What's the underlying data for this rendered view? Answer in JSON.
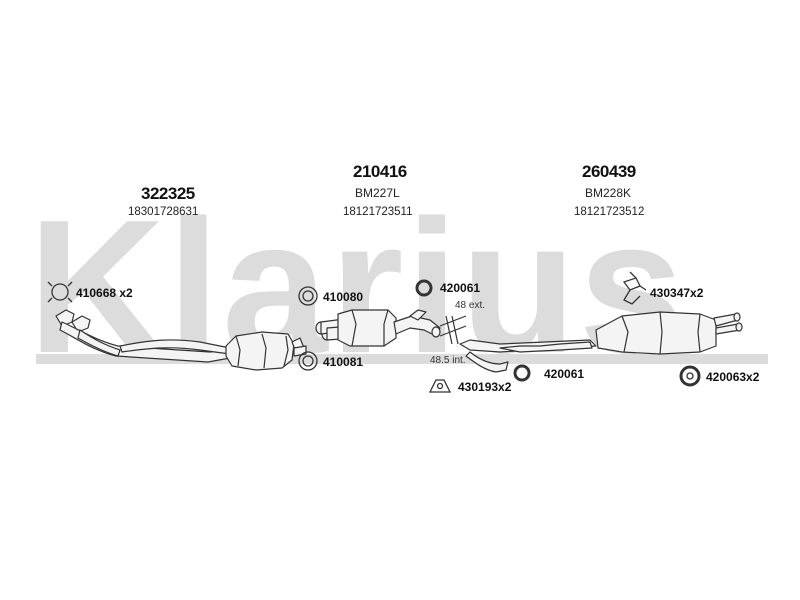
{
  "watermark": {
    "brand": "Klarius"
  },
  "main_parts": [
    {
      "number": "322325",
      "code": "",
      "oem": "18301728631"
    },
    {
      "number": "210416",
      "code": "BM227L",
      "oem": "18121723511"
    },
    {
      "number": "260439",
      "code": "BM228K",
      "oem": "18121723512"
    }
  ],
  "accessories": [
    {
      "label": "410668 x2",
      "icon": "clamp-ring-icon"
    },
    {
      "label": "410080",
      "icon": "gasket-ring-icon"
    },
    {
      "label": "410081",
      "icon": "gasket-ring-icon"
    },
    {
      "label": "420061",
      "icon": "rubber-mount-icon"
    },
    {
      "label": "420061",
      "icon": "rubber-mount-icon"
    },
    {
      "label": "430193x2",
      "icon": "bracket-icon"
    },
    {
      "label": "430347x2",
      "icon": "hanger-bracket-icon"
    },
    {
      "label": "420063x2",
      "icon": "rubber-ring-icon"
    }
  ],
  "notes": {
    "ext": "48 ext.",
    "int": "48.5 int."
  },
  "colors": {
    "watermark": "#dcdcdc",
    "ink": "#333333",
    "pipe_fill": "#f2f2f2"
  }
}
